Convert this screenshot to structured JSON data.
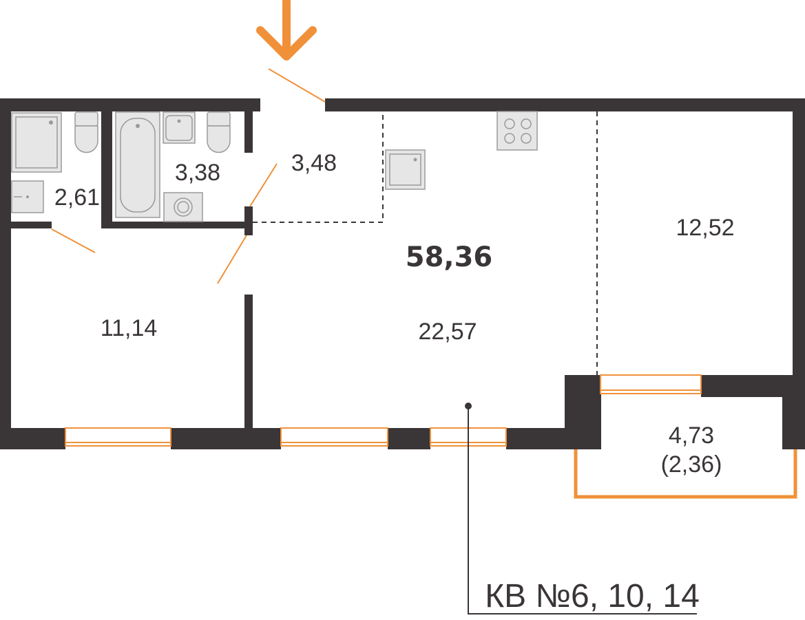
{
  "plan": {
    "total_area": "58,36",
    "apartment_label": "КВ №6, 10, 14",
    "rooms": {
      "shower_room": "2,61",
      "bathroom": "3,38",
      "hallway": "3,48",
      "kitchen_living": "22,57",
      "bedroom_left": "11,14",
      "bedroom_right": "12,52",
      "loggia_area": "4,73",
      "loggia_reduced": "(2,36)"
    }
  },
  "colors": {
    "walls": "#3a3536",
    "accent": "#f0913a",
    "fixtures": "#e6e6e6"
  },
  "icons": [
    "entrance-arrow-icon",
    "shower-tray-icon",
    "toilet-icon",
    "bathtub-icon",
    "sink-icon",
    "washing-machine-icon",
    "cooktop-icon",
    "kitchen-sink-icon"
  ]
}
